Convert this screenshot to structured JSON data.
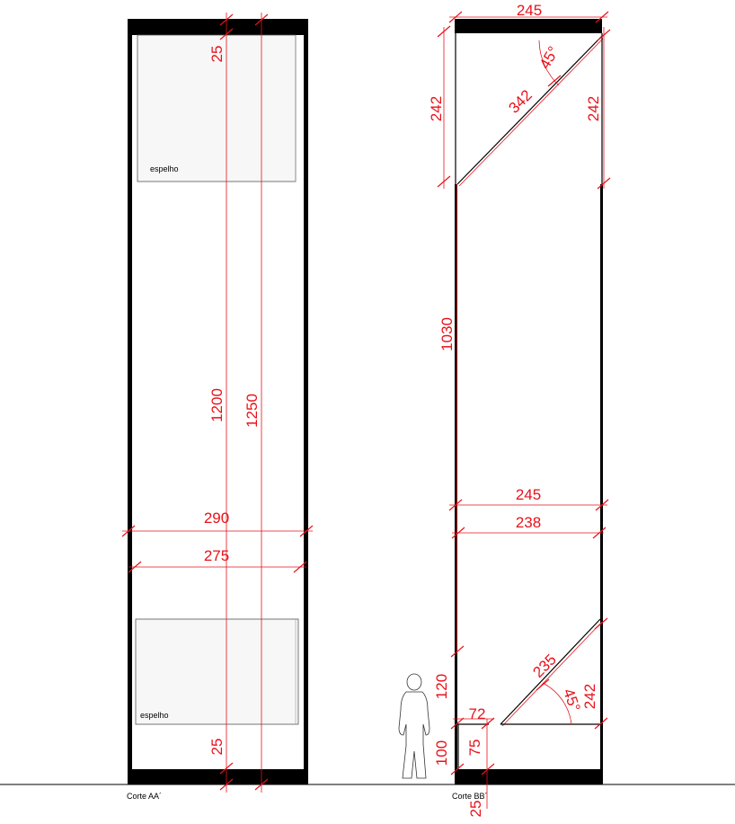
{
  "colors": {
    "dimension": "#e8121a",
    "structure": "#000000",
    "mirror_fill": "#f7f7f7"
  },
  "section_aa": {
    "caption": "Corte AA´",
    "mirror_top_label": "espelho",
    "mirror_bottom_label": "espelho",
    "dims": {
      "top_gap": "25",
      "inner_height": "1200",
      "outer_height": "1250",
      "outer_width": "290",
      "inner_width": "275",
      "bottom_gap": "25"
    }
  },
  "section_bb": {
    "caption": "Corte BB´",
    "dims": {
      "top_width": "245",
      "left_upper": "242",
      "diagonal_upper": "342",
      "angle_upper": "45°",
      "right_upper": "242",
      "middle_height": "1030",
      "outer_width": "245",
      "inner_width": "238",
      "lower_left": "120",
      "diagonal_lower": "235",
      "angle_lower": "45°",
      "right_lower": "242",
      "step_width": "72",
      "base_left": "100",
      "step_height": "75",
      "bottom": "25"
    }
  },
  "figure": {
    "icon": "human-scale-figure"
  }
}
